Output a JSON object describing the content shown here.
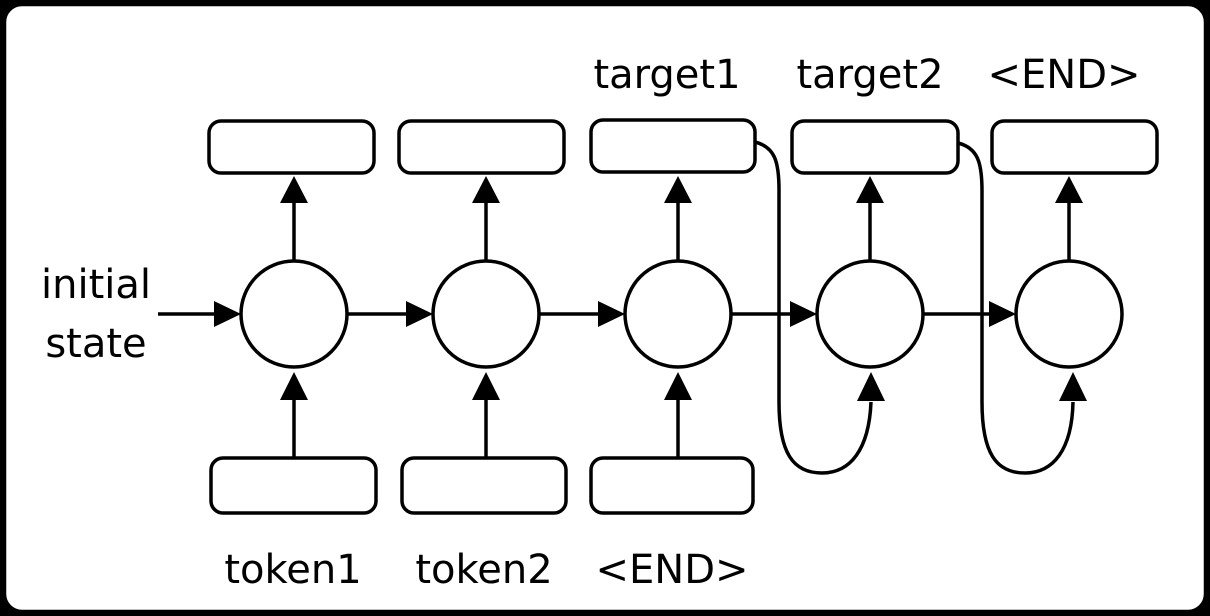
{
  "diagram": {
    "kind": "recurrent-network-unrolled",
    "initial_state_lines": [
      "initial",
      "state"
    ],
    "output_labels": [
      "target1",
      "target2",
      "<END>"
    ],
    "input_labels": [
      "token1",
      "token2",
      "<END>"
    ],
    "colors": {
      "stroke": "#000000",
      "node_fill": "#ffffff",
      "canvas_fill": "#ffffff",
      "outside": "#000000"
    }
  }
}
